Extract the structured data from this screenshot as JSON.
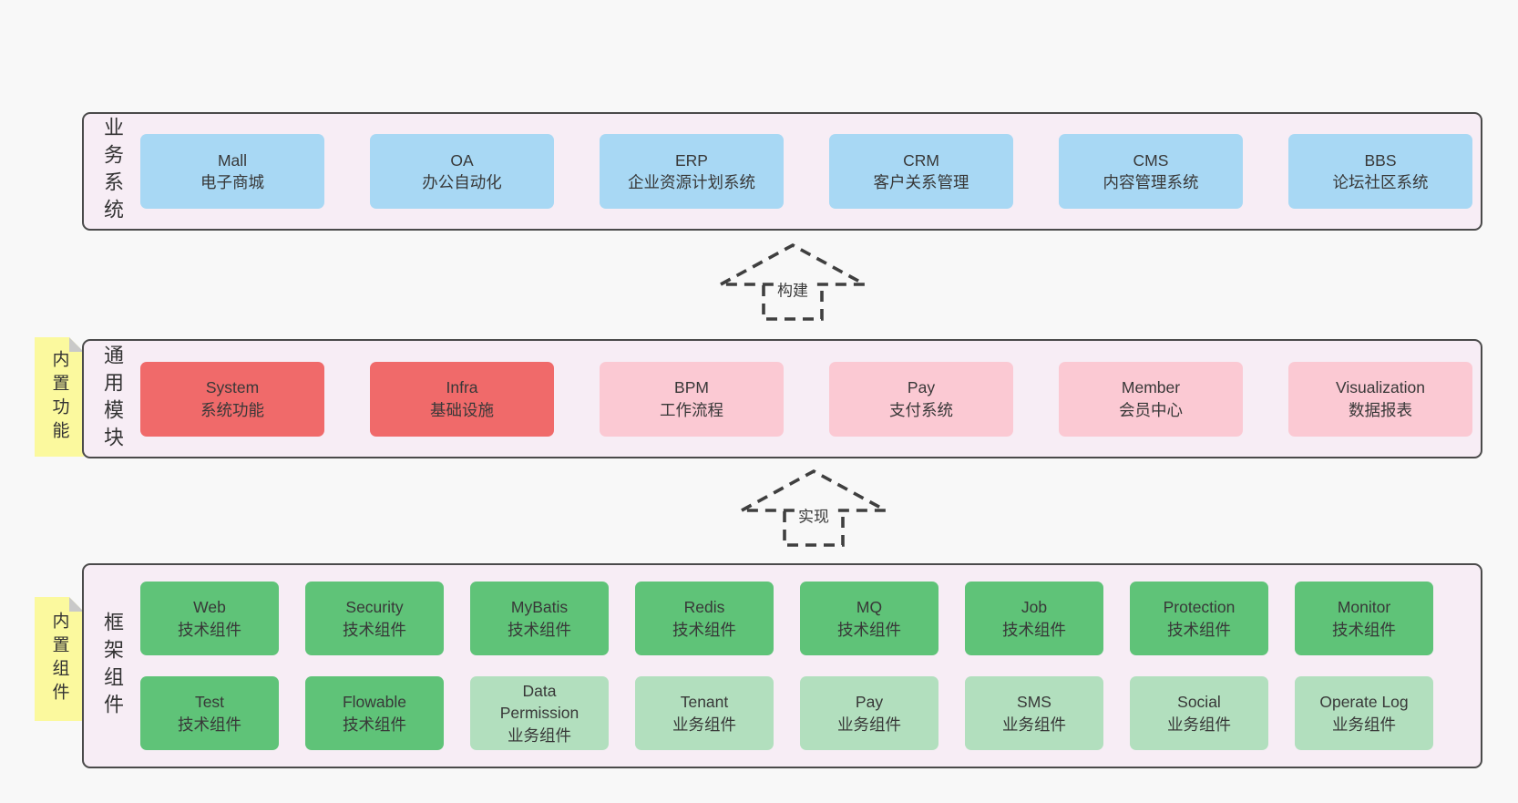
{
  "colors": {
    "page_background": "#f8f8f8",
    "container_background": "#f7edf5",
    "container_border": "#4a4a4a",
    "box_blue": "#a8d8f4",
    "box_red": "#f06a6a",
    "box_pink": "#fbc9d3",
    "box_green": "#5fc378",
    "box_lightgreen": "#b2dfbe",
    "sticky_yellow": "#fbf99e",
    "sticky_fold": "#c9c9c9",
    "text": "#383838"
  },
  "layer_business": {
    "label": "业务系统",
    "boxes": [
      {
        "name": "Mall",
        "desc": "电子商城",
        "variant": "blue"
      },
      {
        "name": "OA",
        "desc": "办公自动化",
        "variant": "blue"
      },
      {
        "name": "ERP",
        "desc": "企业资源计划系统",
        "variant": "blue"
      },
      {
        "name": "CRM",
        "desc": "客户关系管理",
        "variant": "blue"
      },
      {
        "name": "CMS",
        "desc": "内容管理系统",
        "variant": "blue"
      },
      {
        "name": "BBS",
        "desc": "论坛社区系统",
        "variant": "blue"
      }
    ]
  },
  "arrow_build": {
    "label": "构建"
  },
  "layer_modules": {
    "label": "通用模块",
    "sticky": "内置功能",
    "boxes": [
      {
        "name": "System",
        "desc": "系统功能",
        "variant": "red"
      },
      {
        "name": "Infra",
        "desc": "基础设施",
        "variant": "red"
      },
      {
        "name": "BPM",
        "desc": "工作流程",
        "variant": "pink"
      },
      {
        "name": "Pay",
        "desc": "支付系统",
        "variant": "pink"
      },
      {
        "name": "Member",
        "desc": "会员中心",
        "variant": "pink"
      },
      {
        "name": "Visualization",
        "desc": "数据报表",
        "variant": "pink"
      }
    ]
  },
  "arrow_implement": {
    "label": "实现"
  },
  "layer_components": {
    "label": "框架组件",
    "sticky": "内置组件",
    "row1": [
      {
        "name": "Web",
        "desc": "技术组件",
        "variant": "green"
      },
      {
        "name": "Security",
        "desc": "技术组件",
        "variant": "green"
      },
      {
        "name": "MyBatis",
        "desc": "技术组件",
        "variant": "green"
      },
      {
        "name": "Redis",
        "desc": "技术组件",
        "variant": "green"
      },
      {
        "name": "MQ",
        "desc": "技术组件",
        "variant": "green"
      },
      {
        "name": "Job",
        "desc": "技术组件",
        "variant": "green"
      },
      {
        "name": "Protection",
        "desc": "技术组件",
        "variant": "green"
      },
      {
        "name": "Monitor",
        "desc": "技术组件",
        "variant": "green"
      }
    ],
    "row2": [
      {
        "name": "Test",
        "desc": "技术组件",
        "variant": "green"
      },
      {
        "name": "Flowable",
        "desc": "技术组件",
        "variant": "green"
      },
      {
        "name": "Data Permission",
        "desc": "业务组件",
        "variant": "lightgreen"
      },
      {
        "name": "Tenant",
        "desc": "业务组件",
        "variant": "lightgreen"
      },
      {
        "name": "Pay",
        "desc": "业务组件",
        "variant": "lightgreen"
      },
      {
        "name": "SMS",
        "desc": "业务组件",
        "variant": "lightgreen"
      },
      {
        "name": "Social",
        "desc": "业务组件",
        "variant": "lightgreen"
      },
      {
        "name": "Operate Log",
        "desc": "业务组件",
        "variant": "lightgreen"
      }
    ]
  }
}
